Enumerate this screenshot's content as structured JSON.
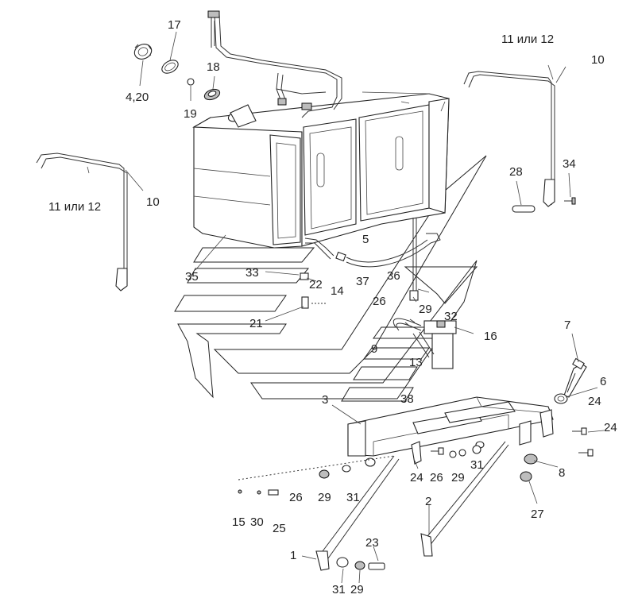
{
  "diagram": {
    "callouts": [
      {
        "key": "c17",
        "text": "17"
      },
      {
        "key": "c18",
        "text": "18"
      },
      {
        "key": "c420",
        "text": "4,20"
      },
      {
        "key": "c19",
        "text": "19"
      },
      {
        "key": "c11r",
        "text": "11 или 12"
      },
      {
        "key": "c10r",
        "text": "10"
      },
      {
        "key": "c11l",
        "text": "11 или 12"
      },
      {
        "key": "c10l",
        "text": "10"
      },
      {
        "key": "c28",
        "text": "28"
      },
      {
        "key": "c34",
        "text": "34"
      },
      {
        "key": "c5",
        "text": "5"
      },
      {
        "key": "c35",
        "text": "35"
      },
      {
        "key": "c33",
        "text": "33"
      },
      {
        "key": "c22",
        "text": "22"
      },
      {
        "key": "c37",
        "text": "37"
      },
      {
        "key": "c36",
        "text": "36"
      },
      {
        "key": "c14",
        "text": "14"
      },
      {
        "key": "c26a",
        "text": "26"
      },
      {
        "key": "c29a",
        "text": "29"
      },
      {
        "key": "c21",
        "text": "21"
      },
      {
        "key": "c32",
        "text": "32"
      },
      {
        "key": "c16",
        "text": "16"
      },
      {
        "key": "c7",
        "text": "7"
      },
      {
        "key": "c9",
        "text": "9"
      },
      {
        "key": "c13",
        "text": "13"
      },
      {
        "key": "c6",
        "text": "6"
      },
      {
        "key": "c3",
        "text": "3"
      },
      {
        "key": "c38",
        "text": "38"
      },
      {
        "key": "c24a",
        "text": "24"
      },
      {
        "key": "c24b",
        "text": "24"
      },
      {
        "key": "c24c",
        "text": "24"
      },
      {
        "key": "c26b",
        "text": "26"
      },
      {
        "key": "c29b",
        "text": "29"
      },
      {
        "key": "c31a",
        "text": "31"
      },
      {
        "key": "c8",
        "text": "8"
      },
      {
        "key": "c26c",
        "text": "26"
      },
      {
        "key": "c29c",
        "text": "29"
      },
      {
        "key": "c31b",
        "text": "31"
      },
      {
        "key": "c2",
        "text": "2"
      },
      {
        "key": "c27",
        "text": "27"
      },
      {
        "key": "c15",
        "text": "15"
      },
      {
        "key": "c30",
        "text": "30"
      },
      {
        "key": "c25",
        "text": "25"
      },
      {
        "key": "c23",
        "text": "23"
      },
      {
        "key": "c1",
        "text": "1"
      },
      {
        "key": "c31c",
        "text": "31"
      },
      {
        "key": "c29d",
        "text": "29"
      }
    ]
  }
}
